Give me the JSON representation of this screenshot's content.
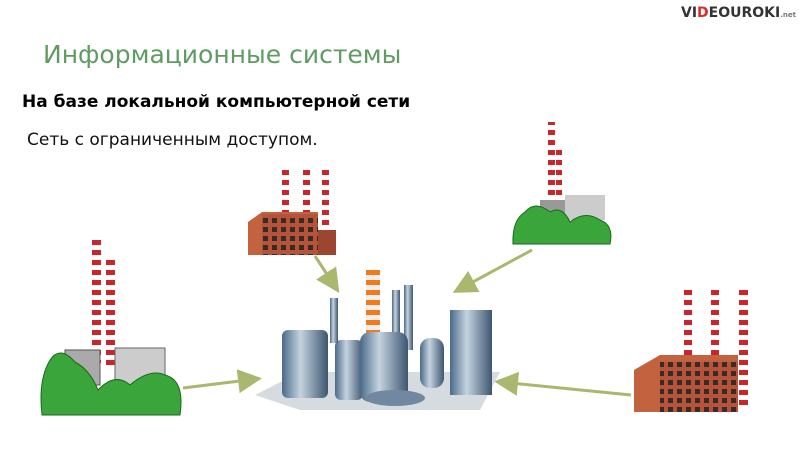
{
  "logo": {
    "part1": "VI",
    "part2": "D",
    "part3": "EOUROKI",
    "suffix": ".net"
  },
  "slide": {
    "title": "Информационные системы",
    "subtitle": "На базе локальной компьютерной сети",
    "text": "Сеть с ограниченным доступом."
  },
  "colors": {
    "title": "#5e9c62",
    "arrow": "#a9b86e",
    "brick": "#b5543a",
    "bush": "#3aa53a",
    "logo_accent": "#e02a2a"
  }
}
